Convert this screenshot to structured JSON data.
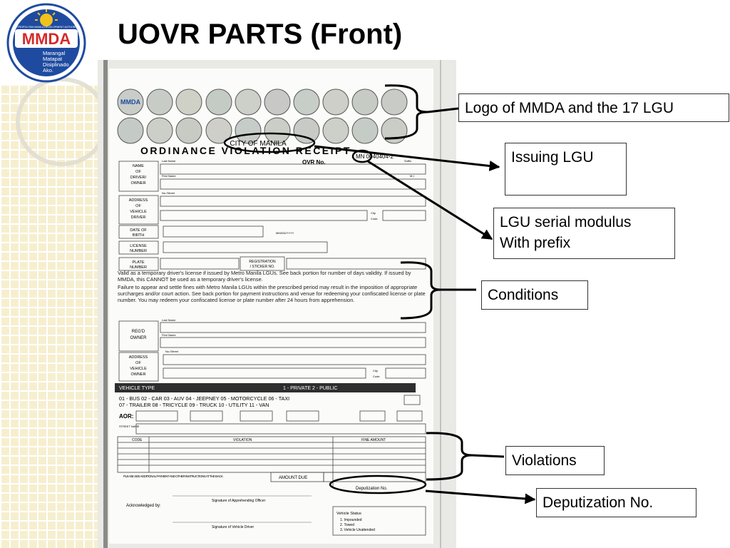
{
  "title": "UOVR PARTS (Front)",
  "logo": {
    "name": "MMDA",
    "circle_text": "METROPOLITAN MANILA DEVELOPMENT AUTHORITY",
    "motto": [
      "Marangal",
      "Matapat",
      "Disiplinado",
      "Ako."
    ]
  },
  "form": {
    "heading": "ORDINANCE VIOLATION RECEIPT",
    "issuing_lgu": "CITY OF MANILA",
    "ovr_label": "OVR No.",
    "serial": "MN 0040404-2",
    "labels": {
      "name": [
        "NAME",
        "OF",
        "DRIVER/",
        "OWNER"
      ],
      "address": [
        "ADDRESS",
        "OF",
        "VEHICLE",
        "DRIVER"
      ],
      "dob": [
        "DATE OF",
        "BIRTH"
      ],
      "license": [
        "LICENSE",
        "NUMBER"
      ],
      "plate": [
        "PLATE",
        "NUMBER"
      ],
      "registration": [
        "REGISTRATION",
        "/ STICKER NO."
      ],
      "regd_owner": [
        "REG'D",
        "OWNER"
      ],
      "owner_address": [
        "ADDRESS",
        "OF",
        "VEHICLE",
        "OWNER"
      ]
    },
    "small": {
      "last_name": "Last Name",
      "first_name": "First Name",
      "suffix": "Suffix",
      "mi": "M.I.",
      "no_street": "No./Street",
      "city": "City",
      "code": "Code",
      "format": "MM/DD/YYYY"
    },
    "condition_text_1": "Valid as a temporary driver's license if issued by Metro Manila LGUs. See back portion for number of days validity. If issued by MMDA, this CANNOT be used as a temporary driver's license.",
    "condition_text_2": "Failure to appear and settle fines with Metro Manila LGUs within the prescribed period may result in the imposition of appropriate surcharges and/or court action. See back portion for payment instructions and venue for redeeming your confiscated license or plate number. You may redeem your confiscated license or plate number after 24 hours from apprehension.",
    "vehicle_type_label": "VEHICLE TYPE",
    "vehicle_use": "1 - PRIVATE    2 - PUBLIC",
    "vehicle_types_1": "01 - BUS    02 - CAR    03 - AUV    04 - JEEPNEY    05 - MOTORCYCLE    06 - TAXI",
    "vehicle_types_2": "07 - TRAILER    08 - TRICYCLE    09 - TRUCK    10 - UTILITY    11 - VAN",
    "aor_label": "AOR:",
    "street_label": "STREET NAME",
    "code_col": "CODE",
    "violation_col": "VIOLATION",
    "fine_col": "FINE AMOUNT",
    "payment_note": "PLEASE SEE ADDITIONAL PAYMENT AND OTHER INSTRUCTIONS AT THE BACK",
    "amount_due": "AMOUNT DUE",
    "deputization": "Deputization No.",
    "signature_officer": "Signature of Apprehending Officer",
    "acknowledged": "Acknowledged by:",
    "signature_driver": "Signature of Vehicle Driver",
    "vehicle_status": "Vehicle Status",
    "status_items": [
      "1.  Impounded",
      "2.  Towed",
      "3.  Vehicle Unattended"
    ]
  },
  "callouts": {
    "logos": "Logo of MMDA and the 17 LGU",
    "issuing_lgu": "Issuing LGU",
    "serial_line1": "LGU serial modulus",
    "serial_line2": "With prefix",
    "conditions": "Conditions",
    "violations": "Violations",
    "deputization": "Deputization No."
  },
  "colors": {
    "mmda_blue": "#1e4ba0",
    "mmda_red": "#d62a2a",
    "grid": "#f6efcf"
  }
}
